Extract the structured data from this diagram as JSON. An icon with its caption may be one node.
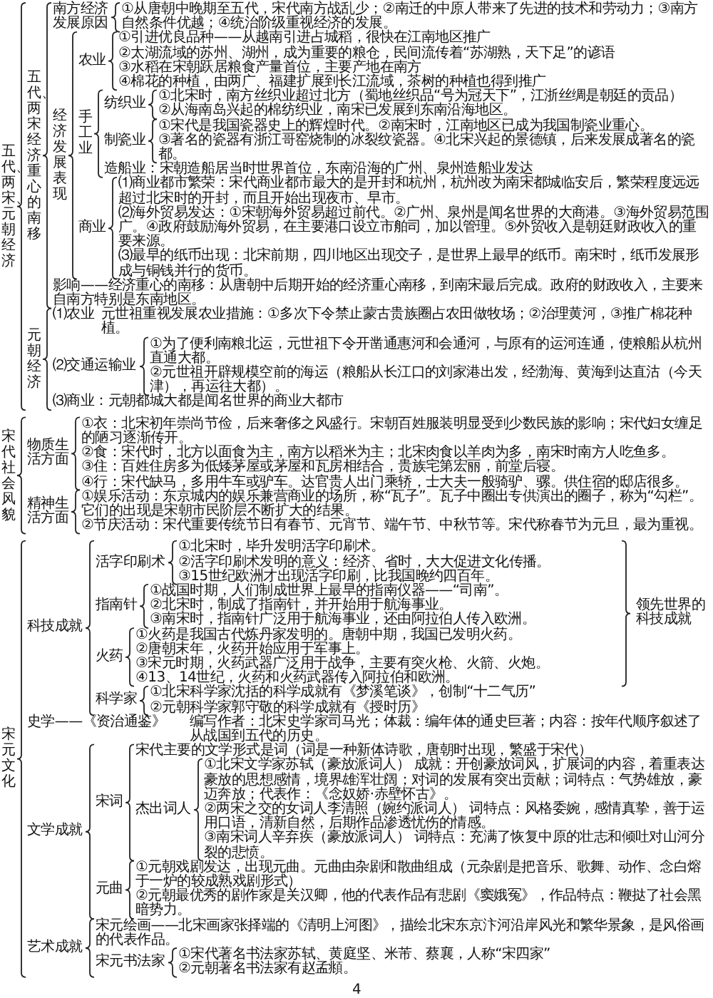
{
  "diagram": {
    "labels": [
      "五代、两宋、元朝经济",
      "五代、两宋经济重心的南移",
      "南方经济发展原因",
      "①从唐朝中晚期至五代，宋代南方战乱少；②南迁的中原人带来了先进的技术和劳动力；③南方自然条件优越；④统治阶级重视经济的发展。",
      "经济发展表现",
      "农业",
      "①引进优良品种——从越南引进占城稻，很快在江南地区推广",
      "②太湖流域的苏州、湖州，成为重要的粮仓，民间流传着“苏湖熟，天下足”的谚语",
      "③水稻在宋朝跃居粮食产量首位，主要产地在南方",
      "④棉花的种植，由两广、福建扩展到长江流域，茶树的种植也得到推广",
      "手工业",
      "纺织业",
      "①北宋时，南方丝织业超过北方（蜀地丝织品“号为冠天下”，江浙丝绸是朝廷的贡品）",
      "②从海南岛兴起的棉纺织业，南宋已发展到东南沿海地区。",
      "制瓷业",
      "①宋代是我国瓷器史上的辉煌时代。②南宋时，江南地区已成为我国制瓷业重心。",
      "③著名的瓷器有浙江哥窑烧制的冰裂纹瓷器。④北宋兴起的景德镇，后来发展成著名的瓷都。",
      "造船业：宋朝造船居当时世界首位，东南沿海的广州、泉州造船业发达",
      "商业",
      "⑴商业都市繁荣：宋代商业都市最大的是开封和杭州，杭州改为南宋都城临安后，繁荣程度远远超过北宋时的开封，而且开始出现夜市、早市。",
      "⑵海外贸易发达：①宋朝海外贸易超过前代。②广州、泉州是闻名世界的大商港。③海外贸易范围广。④政府鼓励海外贸易，在主要港口设立市舶司，加以管理。⑤外贸收入是朝廷财政收入的重要来源。",
      "⑶最早的纸币出现：北宋前期，四川地区出现交子，是世界上最早的纸币。南宋时，纸币发展形成与铜钱并行的货币。",
      "影响——经济重心的南移：从唐朝中后期开始的经济重心南移，到南宋最后完成。政府的财政收入，主要来自南方特别是东南地区。",
      "元朝经济",
      "⑴农业",
      "元世祖重视发展农业措施：①多次下令禁止蒙古贵族圈占农田做牧场；②治理黄河，③推广棉花种植。",
      "⑵交通运输业",
      "①为了便利南粮北运，元世祖下令开凿通惠河和会通河，与原有的运河连通，使粮船从杭州直通大都。",
      "②元世祖开辟规模空前的海运（粮船从长江口的刘家港出发，经渤海、黄海到达直沽（今天津），再运往大都）。",
      "⑶商业：元朝都城大都是闻名世界的商业大都市",
      "宋代社会风貌",
      "物质生活方面",
      "①衣：北宋初年崇尚节俭，后来奢侈之风盛行。宋朝百姓服装明显受到少数民族的影响；宋代妇女缠足的陋习逐渐传开。",
      "②食：宋代时，北方以面食为主，南方以稻米为主；北宋肉食以羊肉为多，南宋时南方人吃鱼多。",
      "③住：百姓住房多为低矮茅屋或茅屋和瓦房相结合，贵族宅第宏丽，前堂后寝。",
      "④行：宋代缺马，多用牛车或驴车。达官贵人出门乘轿，士大夫一般骑驴、骡。供住宿的邸店很多。",
      "精神生活方面",
      "①娱乐活动：东京城内的娱乐兼营商业的场所，称“瓦子”。瓦子中圈出专供演出的圈子，称为“勾栏”。它们的出现是宋朝市民阶层不断扩大的结果。",
      "②节庆活动：宋代重要传统节日有春节、元宵节、端午节、中秋节等。宋代称春节为元旦，最为重视。",
      "宋元文化",
      "科技成就",
      "活字印刷术",
      "①北宋时，毕升发明活字印刷术。",
      "②活字印刷术发明的意义：经济、省时，大大促进文化传播。",
      "③15世纪欧洲才出现活字印刷，比我国晚约四百年。",
      "指南针",
      "①战国时期，人们制成世界上最早的指南仪器——“司南”。",
      "②北宋时，制成了指南针，并开始用于航海事业。",
      "③南宋时，指南针广泛用于航海事业，还由阿拉伯人传入欧洲。",
      "火药",
      "①火药是我国古代炼丹家发明的。唐朝中期，我国已发明火药。",
      "②唐朝末年，火药开始应用于军事上。",
      "③宋元时期，火药武器广泛用于战争，主要有突火枪、火箭、火炮。",
      "④13、14世纪，火药和火药武器传入阿拉伯和欧洲。",
      "科学家",
      "①北宋科学家沈括的科学成就有《梦溪笔谈》，创制“十二气历”",
      "②元朝科学家郭守敬的科学成就有《授时历》",
      "领先世界的科技成就",
      "史学——《资治通鉴》",
      "编写作者：北宋史学家司马光；体裁：编年体的通史巨著；内容：按年代顺序叙述了从战国到五代的历史。",
      "文学成就",
      "宋词",
      "宋代主要的文学形式是词（词是一种新体诗歌，唐朝时出现，繁盛于宋代）",
      "杰出词人",
      "①北宋文学家苏轼（豪放派词人） 成就：开创豪放词风，扩展词的内容，着重表达豪放的思想感情，境界雄浑壮阔；对词的发展有突出贡献；词特点：气势雄放，豪迈奔放；代表作：《念奴娇·赤壁怀古》。",
      "②两宋之交的女词人李清照（婉约派词人） 词特点：风格委婉，感情真挚，善于运用口语，清新自然，后期作品渗透忧伤的情感。",
      "③南宋词人辛弃疾（豪放派词人） 词特点：充满了恢复中原的壮志和倾吐对山河分裂的悲愤。",
      "元曲",
      "①元朝戏剧发达，出现元曲。元曲由杂剧和散曲组成（元杂剧是把音乐、歌舞、动作、念白熔于一炉的较成熟戏剧形式）",
      "②元朝最优秀的剧作家是关汉卿，他的代表作品有悲剧《窦娥冤》，作品特点：鞭挞了社会黑暗势力。",
      "艺术成就",
      "宋元绘画——北宋画家张择端的《清明上河图》，描绘北宋东京汴河沿岸风光和繁华景象，是风俗画的代表作品。",
      "宋元书法家",
      "①宋代著名书法家苏轼、黄庭坚、米芾、蔡襄，人称“宋四家”",
      "②元朝著名书法家有赵孟頫。",
      "4"
    ]
  }
}
